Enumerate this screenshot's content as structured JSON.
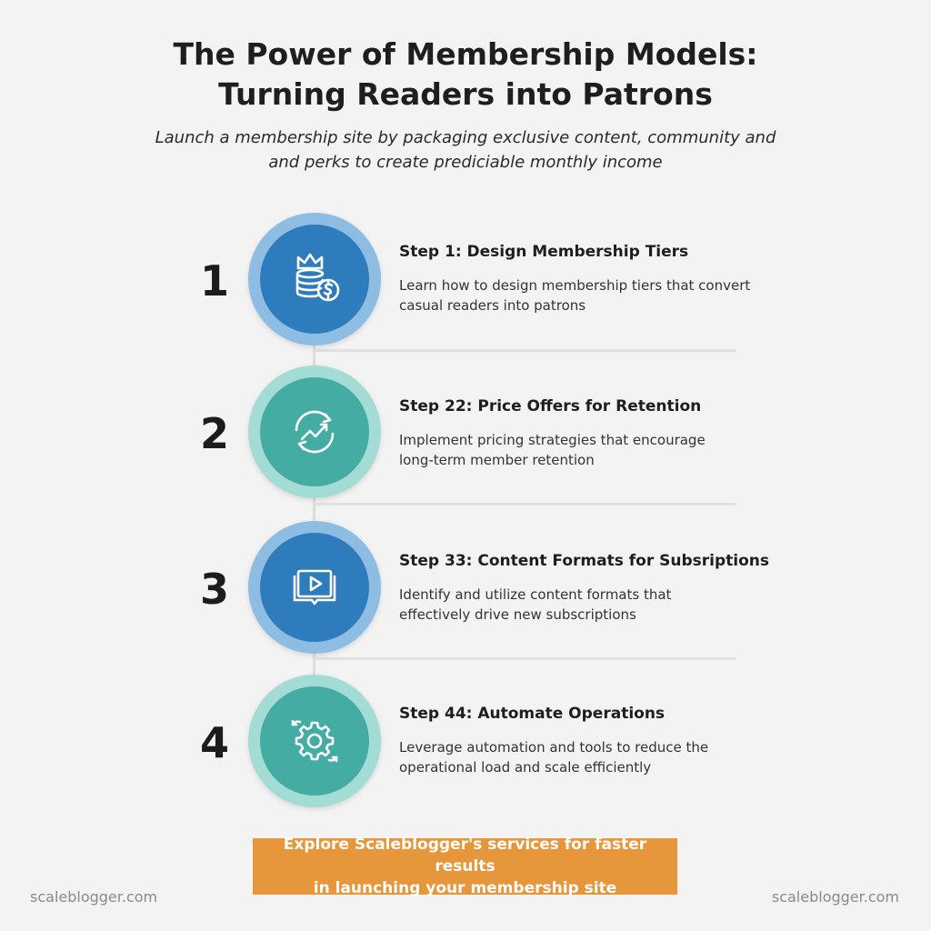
{
  "title": {
    "line1": "The Power of Membership Models:",
    "line2": "Turning Readers into Patrons"
  },
  "subtitle": {
    "line1": "Launch a membership site by packaging exclusive content, community and",
    "line2": "and perks to create prediciable monthly income"
  },
  "steps": [
    {
      "number": "1",
      "title": "Step 1: Design Membership Tiers",
      "desc_line1": "Learn how to design membership tiers that convert",
      "desc_line2": "casual readers into patrons",
      "icon": "crown-coins-icon",
      "outer_color": "#8dbde3",
      "inner_color": "#2f7cbc"
    },
    {
      "number": "2",
      "title": "Step 22: Price Offers for Retention",
      "desc_line1": "Implement pricing strategies that encourage",
      "desc_line2": "long-term member retention",
      "icon": "growth-cycle-icon",
      "outer_color": "#a3dcd4",
      "inner_color": "#45aca3"
    },
    {
      "number": "3",
      "title": "Step 33: Content Formats for Subsriptions",
      "desc_line1": "Identify and utilize content formats that",
      "desc_line2": "effectively drive new subscriptions",
      "icon": "video-play-icon",
      "outer_color": "#8dbde3",
      "inner_color": "#2f7cbc"
    },
    {
      "number": "4",
      "title": "Step 44: Automate Operations",
      "desc_line1": "Leverage automation and tools to reduce the",
      "desc_line2": "operational load and scale efficiently",
      "icon": "gear-automation-icon",
      "outer_color": "#a3dcd4",
      "inner_color": "#45aca3"
    }
  ],
  "cta": {
    "line1": "Explore Scaleblogger's services for faster results",
    "line2": "in launching your membership site",
    "color": "#e6963b"
  },
  "footer": {
    "left": "scaleblogger.com",
    "right": "scaleblogger.com"
  }
}
